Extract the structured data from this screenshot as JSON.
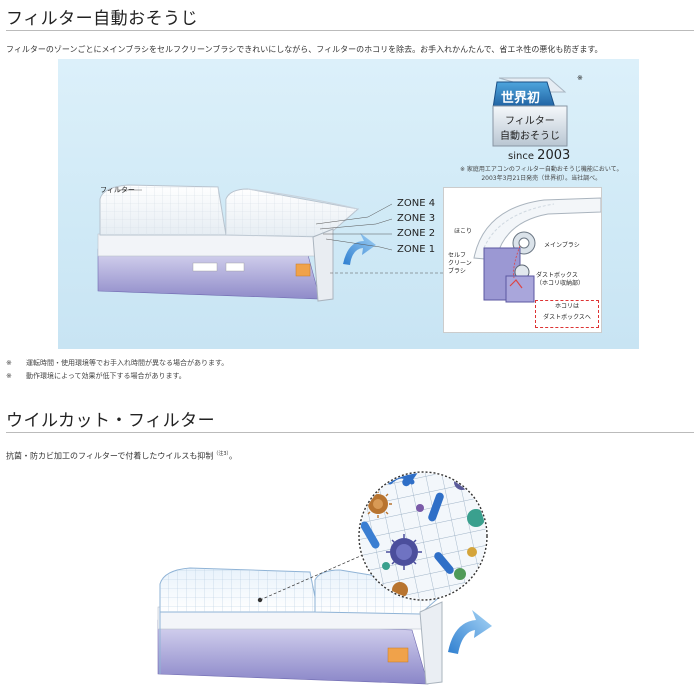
{
  "section1": {
    "title": "フィルター自動おそうじ",
    "description": "フィルターのゾーンごとにメインブラシをセルフクリーンブラシできれいにしながら、フィルターのホコリを除去。お手入れかんたんで、省エネ性の悪化も防ぎます。",
    "figure": {
      "filter_label": "フィルター",
      "zones": [
        "ZONE 4",
        "ZONE 3",
        "ZONE 2",
        "ZONE 1"
      ],
      "badge": {
        "asterisk": "※",
        "top": "世界初",
        "line1": "フィルター",
        "line2": "自動おそうじ"
      },
      "since_prefix": "since",
      "since_year": "2003",
      "fine_print_1": "※ 家庭用エアコンのフィルター自動おそうじ機能において。",
      "fine_print_2": "2003年3月21日発売（世界初）。当社調べ。",
      "inset_labels": {
        "hokori": "ほこり",
        "main_brush": "メインブラシ",
        "self_clean_brush": "セルフ\nクリーン\nブラシ",
        "dust_box": "ダストボックス\n（ホコリ収納部）",
        "callout": "ホコリは\nダストボックスへ"
      }
    },
    "notes": [
      {
        "mark": "※",
        "text": "運転時間・使用環境等でお手入れ時間が異なる場合があります。"
      },
      {
        "mark": "※",
        "text": "動作環境によって効果が低下する場合があります。"
      }
    ]
  },
  "section2": {
    "title": "ウイルカット・フィルター",
    "description": "抗菌・防カビ加工のフィルターで付着したウイルスも抑制",
    "footnote_mark": "（注3）",
    "description_end": "。"
  },
  "colors": {
    "figure_bg": "#d4ecf8",
    "unit_purple": "#8a86c8",
    "arrow_blue": "#3f8fd8",
    "callout_red": "#dd3333"
  }
}
